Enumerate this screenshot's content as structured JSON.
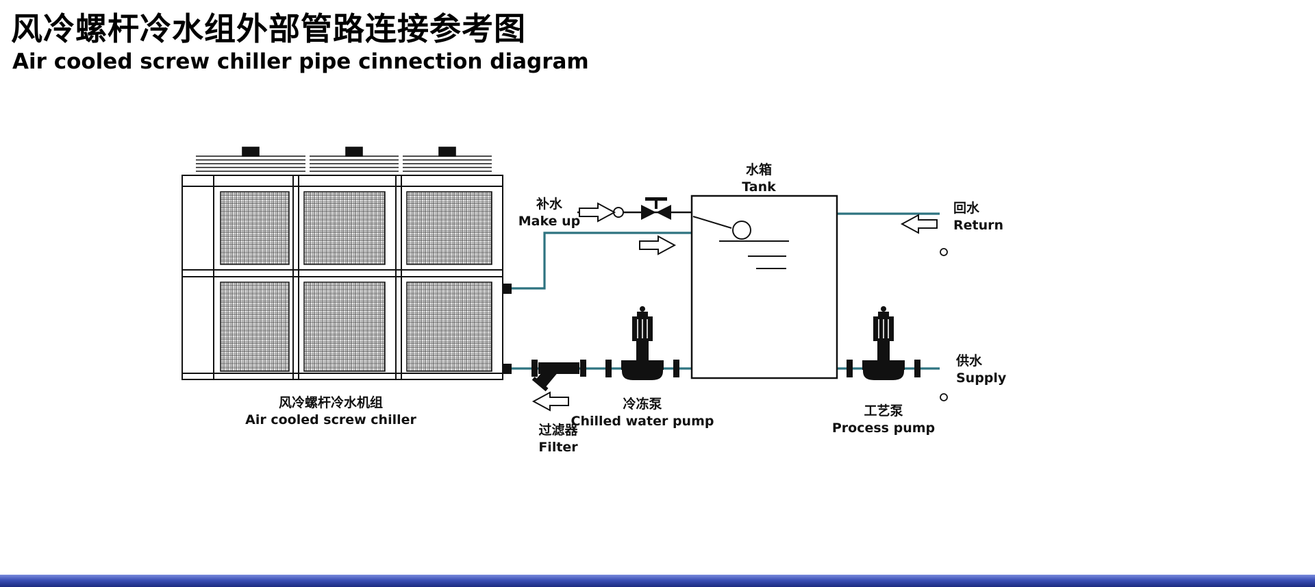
{
  "title": {
    "zh": "风冷螺杆冷水组外部管路连接参考图",
    "en": "Air cooled screw chiller pipe cinnection diagram"
  },
  "labels": {
    "chiller": {
      "zh": "风冷螺杆冷水机组",
      "en": "Air cooled screw chiller"
    },
    "tank": {
      "zh": "水箱",
      "en": "Tank"
    },
    "makeup": {
      "zh": "补水",
      "en": "Make up"
    },
    "return_line": {
      "zh": "回水",
      "en": "Return"
    },
    "supply": {
      "zh": "供水",
      "en": "Supply"
    },
    "chilled_pump": {
      "zh": "冷冻泵",
      "en": "Chilled water pump"
    },
    "process_pump": {
      "zh": "工艺泵",
      "en": "Process pump"
    },
    "filter": {
      "zh": "过滤器",
      "en": "Filter"
    }
  },
  "colors": {
    "pipe": "#2e7380",
    "line": "#111111",
    "bar_top": "#7b8cdd",
    "bar_mid": "#3a4fb5",
    "bar_bottom": "#1b2a80"
  }
}
